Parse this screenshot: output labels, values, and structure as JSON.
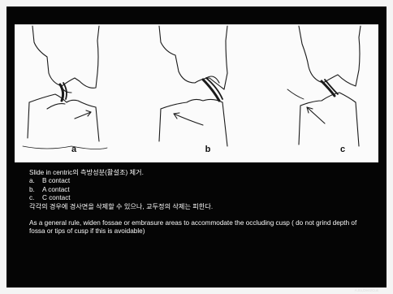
{
  "figure": {
    "labels": [
      "a",
      "b",
      "c"
    ]
  },
  "caption": {
    "title": "Slide  in  centric의 측방성분(활설조) 제거.",
    "items": [
      {
        "marker": "a.",
        "text": "B contact"
      },
      {
        "marker": "b.",
        "text": "A contact"
      },
      {
        "marker": "c.",
        "text": "C contact"
      }
    ],
    "note": "각각의 경우에 경사면을 삭제할 수 있으나, 교두정의 삭제는 피한다.",
    "paragraph": "As a general rule, widen fossae or embrasure areas to accommodate the occluding cusp ( do not grind depth of fossa or tips of cusp if this is avoidable)"
  },
  "credit": "A.Ito,Dent/Cus"
}
